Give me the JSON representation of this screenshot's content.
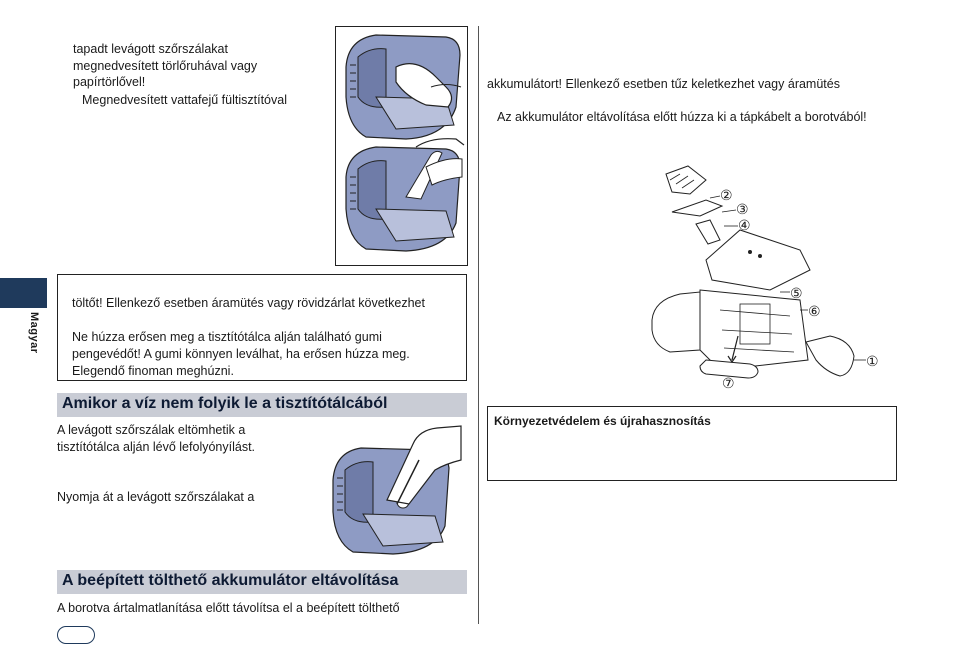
{
  "sidebar": {
    "language_label": "Magyar"
  },
  "left_column": {
    "top_lines": [
      "tapadt levágott szőrszálakat",
      "megnedvesített törlőruhával vagy",
      "papírtörlővel!",
      "Megnedvesített vattafejű fültisztítóval"
    ],
    "warning_box": {
      "line1": "töltőt! Ellenkező esetben áramütés vagy rövidzárlat következhet",
      "para2": [
        "Ne húzza erősen meg a tisztítótálca alján található gumi",
        "pengevédőt! A gumi könnyen leválhat, ha erősen húzza meg.",
        "Elegendő finoman meghúzni."
      ]
    },
    "section1": {
      "heading": "Amikor a víz nem folyik le a tisztítótálcából",
      "lines": [
        "A levágott szőrszálak eltömhetik a",
        "tisztítótálca alján lévő lefolyónyílást."
      ],
      "line_press": "Nyomja át a levágott szőrszálakat a"
    },
    "section2": {
      "heading": "A beépített tölthető akkumulátor eltávolítása",
      "line": "A borotva ártalmatlanítása előtt távolítsa el a beépített tölthető"
    }
  },
  "right_column": {
    "line1": "akkumulátort! Ellenkező esetben tűz keletkezhet vagy áramütés",
    "line2": "Az akkumulátor eltávolítása előtt húzza ki a tápkábelt a borotvából!",
    "callouts": [
      "①",
      "②",
      "③",
      "④",
      "⑤",
      "⑥",
      "⑦"
    ],
    "env_box": {
      "title": "Környezetvédelem és újrahasznosítás"
    }
  },
  "colors": {
    "accent": "#1f3a5c",
    "heading_bg": "#c9ccd5",
    "device_blue": "#8e9bc4"
  },
  "icons": [
    "hand-wiping-illustration",
    "brush-cleaning-illustration",
    "drain-cleaning-illustration",
    "shaver-disassembly-illustration"
  ]
}
